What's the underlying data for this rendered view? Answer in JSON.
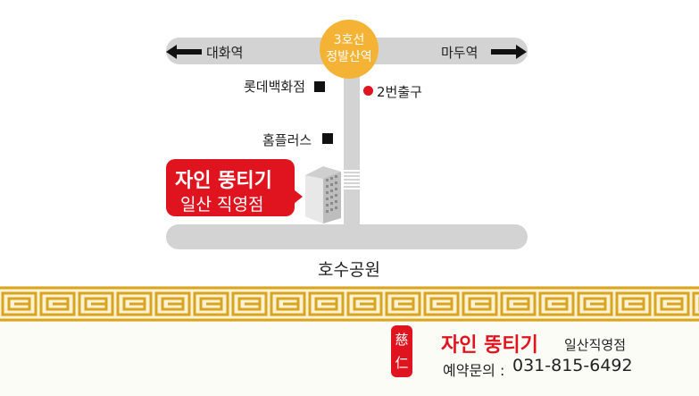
{
  "station": {
    "line1": "3호선",
    "line2": "정발산역"
  },
  "directions": {
    "left": "대화역",
    "right": "마두역"
  },
  "landmarks": {
    "lotte": "롯데백화점",
    "homeplus": "홈플러스",
    "exit": "2번출구"
  },
  "bubble": {
    "brand": "자인 뚱티기",
    "branch": "일산 직영점"
  },
  "park": "호수공원",
  "footer": {
    "seal_char1": "慈",
    "seal_char2": "仁",
    "brand": "자인 뚱티기",
    "branch": "일산직영점",
    "phone_label": "예약문의 :",
    "phone": "031-815-6492"
  },
  "colors": {
    "road": "#d3d3d3",
    "station": "#f5b335",
    "brand_red": "#e0141e",
    "gold": "#d9a520"
  }
}
